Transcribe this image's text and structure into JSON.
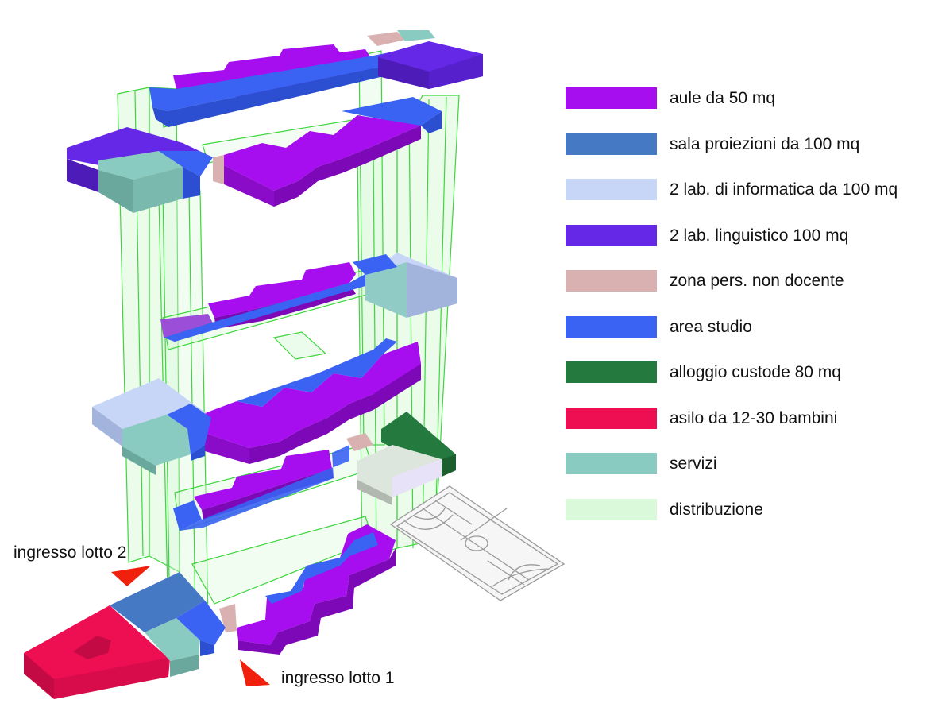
{
  "legend": [
    {
      "label": "aule da 50 mq",
      "color": "#a60ef0"
    },
    {
      "label": "sala proiezioni da 100 mq",
      "color": "#4679c4"
    },
    {
      "label": "2 lab. di informatica da 100 mq",
      "color": "#c7d6f6"
    },
    {
      "label": "2 lab. linguistico 100 mq",
      "color": "#6528e6"
    },
    {
      "label": "zona pers. non docente",
      "color": "#d8b1b0"
    },
    {
      "label": "area studio",
      "color": "#3a63f3"
    },
    {
      "label": "alloggio custode 80 mq",
      "color": "#247a3e"
    },
    {
      "label": "asilo da 12-30 bambini",
      "color": "#ee0e52"
    },
    {
      "label": "servizi",
      "color": "#89cbc0"
    },
    {
      "label": "distribuzione",
      "color": "#daf8da"
    }
  ],
  "entrances": {
    "lotto2": "ingresso lotto 2",
    "lotto1": "ingresso lotto 1"
  },
  "colors": {
    "distribution_stroke": "#3ed53e",
    "arrow": "#f0200c",
    "court_lines": "#9a9a9a"
  }
}
